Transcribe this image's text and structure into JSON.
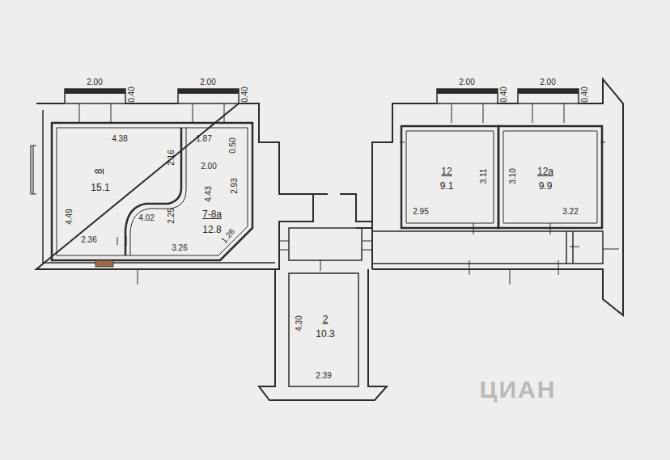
{
  "diagram": {
    "nodes": [
      {
        "text": [
          "8",
          "15.1"
        ]
      },
      {
        "text": [
          "7-8а",
          "12.8"
        ]
      },
      {
        "text": [
          "12",
          "9.1"
        ]
      },
      {
        "text": [
          "12а",
          "9.9"
        ]
      },
      {
        "text": [
          "2",
          "10.3"
        ]
      }
    ],
    "labels": [
      "2.00",
      "0.40",
      "2.00",
      "0.40",
      "4.38",
      "2.16",
      "1.87",
      "0.50",
      "2.00",
      "4.43",
      "2.93",
      "4.49",
      "4.02",
      "2.25",
      "2.36",
      "3.26",
      "1.26",
      "2.00",
      "0.40",
      "2.00",
      "0.40",
      "3.11",
      "3.10",
      "2.95",
      "3.22",
      "4.30",
      "2.39",
      "ЦИАН"
    ]
  }
}
